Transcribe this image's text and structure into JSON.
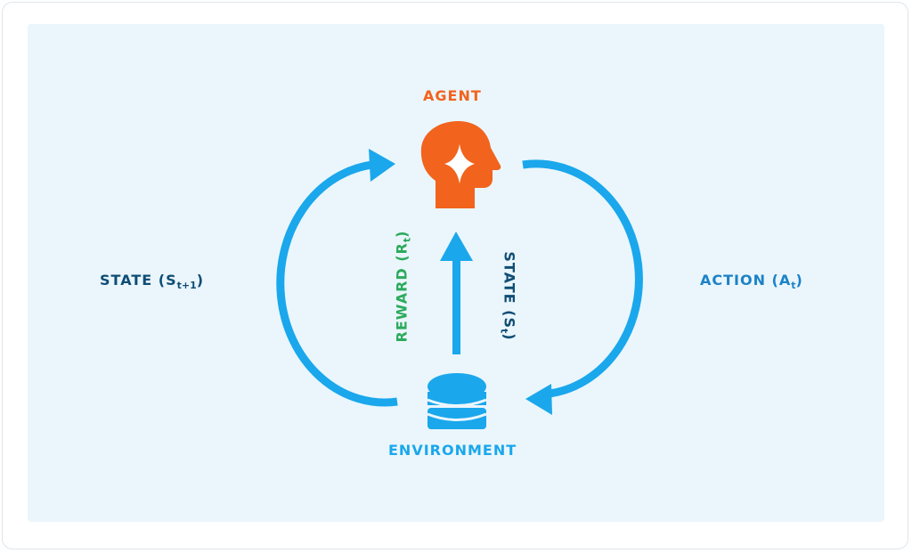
{
  "nodes": {
    "agent": {
      "label": "AGENT",
      "icon": "head-sparkle-icon"
    },
    "environment": {
      "label": "ENVIRONMENT",
      "icon": "database-icon"
    }
  },
  "edges": {
    "state_next": {
      "label": "STATE (S",
      "sub": "t+1",
      "close": ")"
    },
    "action": {
      "label": "ACTION (A",
      "sub": "t",
      "close": ")"
    },
    "reward": {
      "label": "REWARD (R",
      "sub": "t",
      "close": ")"
    },
    "state": {
      "label": "STATE (S",
      "sub": "t",
      "close": ")"
    }
  },
  "colors": {
    "agent": "#f2631d",
    "environment": "#1aa7ec",
    "arrow": "#1aa7ec",
    "reward": "#2bab5c",
    "state": "#0f4d75",
    "action": "#1c82c7",
    "background": "#eaf6fc"
  }
}
